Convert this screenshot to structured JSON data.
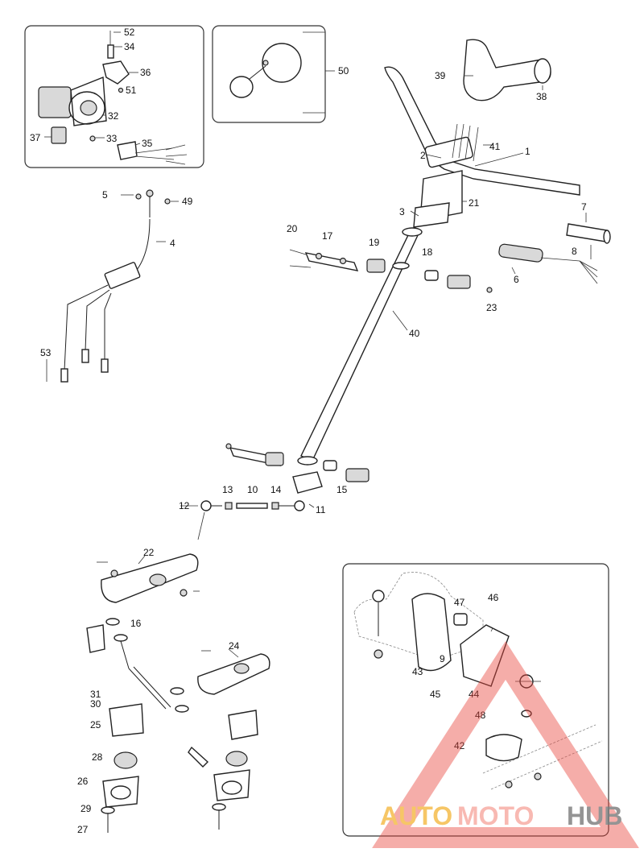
{
  "diagram": {
    "type": "exploded-parts-view",
    "callouts": [
      {
        "id": "1",
        "text": "1"
      },
      {
        "id": "2",
        "text": "2"
      },
      {
        "id": "3",
        "text": "3"
      },
      {
        "id": "4",
        "text": "4"
      },
      {
        "id": "5",
        "text": "5"
      },
      {
        "id": "6",
        "text": "6"
      },
      {
        "id": "7",
        "text": "7"
      },
      {
        "id": "8",
        "text": "8"
      },
      {
        "id": "9",
        "text": "9"
      },
      {
        "id": "10",
        "text": "10"
      },
      {
        "id": "11",
        "text": "11"
      },
      {
        "id": "12",
        "text": "12"
      },
      {
        "id": "13",
        "text": "13"
      },
      {
        "id": "14",
        "text": "14"
      },
      {
        "id": "15",
        "text": "15"
      },
      {
        "id": "16",
        "text": "16"
      },
      {
        "id": "17",
        "text": "17"
      },
      {
        "id": "18",
        "text": "18"
      },
      {
        "id": "19",
        "text": "19"
      },
      {
        "id": "20",
        "text": "20"
      },
      {
        "id": "21",
        "text": "21"
      },
      {
        "id": "22",
        "text": "22"
      },
      {
        "id": "23",
        "text": "23"
      },
      {
        "id": "24",
        "text": "24"
      },
      {
        "id": "25",
        "text": "25"
      },
      {
        "id": "26",
        "text": "26"
      },
      {
        "id": "27",
        "text": "27"
      },
      {
        "id": "28",
        "text": "28"
      },
      {
        "id": "29",
        "text": "29"
      },
      {
        "id": "30",
        "text": "30"
      },
      {
        "id": "31",
        "text": "31"
      },
      {
        "id": "32",
        "text": "32"
      },
      {
        "id": "33",
        "text": "33"
      },
      {
        "id": "34",
        "text": "34"
      },
      {
        "id": "35",
        "text": "35"
      },
      {
        "id": "36",
        "text": "36"
      },
      {
        "id": "37",
        "text": "37"
      },
      {
        "id": "38",
        "text": "38"
      },
      {
        "id": "39",
        "text": "39"
      },
      {
        "id": "40",
        "text": "40"
      },
      {
        "id": "41",
        "text": "41"
      },
      {
        "id": "42",
        "text": "42"
      },
      {
        "id": "43",
        "text": "43"
      },
      {
        "id": "44",
        "text": "44"
      },
      {
        "id": "45",
        "text": "45"
      },
      {
        "id": "46",
        "text": "46"
      },
      {
        "id": "47",
        "text": "47"
      },
      {
        "id": "48",
        "text": "48"
      },
      {
        "id": "49",
        "text": "49"
      },
      {
        "id": "50",
        "text": "50"
      },
      {
        "id": "51",
        "text": "51"
      },
      {
        "id": "52",
        "text": "52"
      },
      {
        "id": "53",
        "text": "53"
      }
    ]
  },
  "watermark": {
    "part1": "AUTO",
    "part2": "MOTO",
    "part3": "HUB",
    "colors": {
      "auto": "#f5b841",
      "moto": "#f7a8a0",
      "hub": "#7a7a7a",
      "triangle": "#e8453c"
    }
  }
}
